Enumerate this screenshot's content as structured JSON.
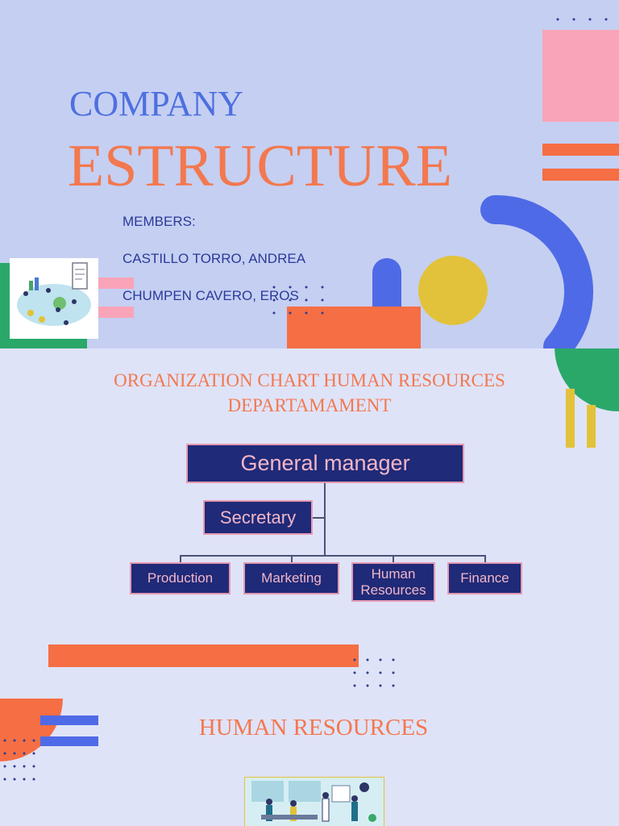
{
  "slide1": {
    "title_line1": "COMPANY",
    "title_line2": "ESTRUCTURE",
    "members_label": "MEMBERS:",
    "member1": "CASTILLO TORRO, ANDREA",
    "member2": "CHUMPEN CAVERO, EROS"
  },
  "slide2": {
    "heading_line1": "ORGANIZATION CHART HUMAN RESOURCES",
    "heading_line2": "DEPARTAMAMENT",
    "chart": {
      "top": "General manager",
      "assistant": "Secretary",
      "departments": [
        "Production",
        "Marketing",
        "Human Resources",
        "Finance"
      ]
    },
    "section_title": "HUMAN RESOURCES"
  },
  "colors": {
    "title_blue": "#4e6fe0",
    "title_orange": "#f3784f",
    "member_text": "#2a3a9a",
    "box_fill": "#1f2a78",
    "box_border": "#e59ab3",
    "accent_pink": "#f9a4b8",
    "accent_orange": "#f56e44",
    "accent_blue": "#4f6ae6",
    "accent_yellow": "#e2c23a",
    "accent_green": "#2aa86a"
  }
}
